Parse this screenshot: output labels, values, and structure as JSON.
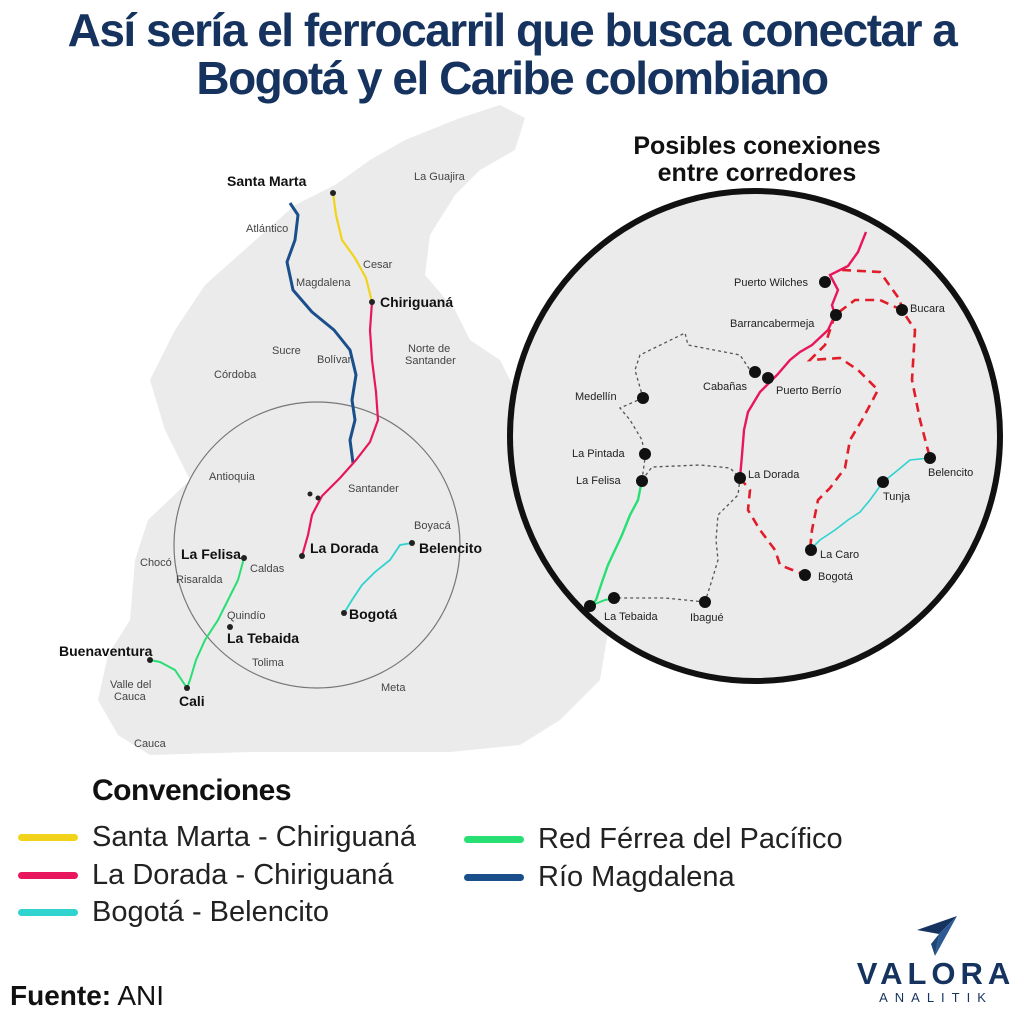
{
  "header": {
    "title_line1": "Así sería el ferrocarril que busca conectar a",
    "title_line2": "Bogotá y el Caribe colombiano"
  },
  "map": {
    "regions": [
      "La Guajira",
      "Atlántico",
      "Magdalena",
      "Cesar",
      "Sucre",
      "Bolívar",
      "Norte de",
      "Santander",
      "Córdoba",
      "Antioquia",
      "Santander",
      "Boyacá",
      "Chocó",
      "Risaralda",
      "Caldas",
      "Quindío",
      "Tolima",
      "Valle del",
      "Cauca",
      "Meta",
      "Cauca"
    ],
    "cities": [
      "Santa Marta",
      "Chiriguaná",
      "La Dorada",
      "Belencito",
      "La Felisa",
      "La Tebaida",
      "Bogotá",
      "Buenaventura",
      "Cali"
    ]
  },
  "zoom": {
    "title_line1": "Posibles conexiones",
    "title_line2": "entre corredores",
    "stations": [
      "Puerto Wilches",
      "Bucara",
      "Barrancabermeja",
      "Medellín",
      "Cabañas",
      "Puerto Berrío",
      "La Pintada",
      "La Felisa",
      "La Dorada",
      "Belencito",
      "Tunja",
      "La Caro",
      "Bogotá",
      "La Tebaida",
      "Ibagué"
    ]
  },
  "legend": {
    "title": "Convenciones",
    "items": [
      {
        "label": "Santa Marta - Chiriguaná",
        "color": "#f2d31b"
      },
      {
        "label": "La Dorada - Chiriguaná",
        "color": "#e8175d"
      },
      {
        "label": "Bogotá - Belencito",
        "color": "#2fd3cf"
      },
      {
        "label": "Red Férrea del Pacífico",
        "color": "#27df72"
      },
      {
        "label": "Río Magdalena",
        "color": "#1a4f8b"
      }
    ]
  },
  "source": {
    "label": "Fuente:",
    "value": "ANI"
  },
  "logo": {
    "word": "VALORA",
    "sub": "ANALITIK"
  }
}
